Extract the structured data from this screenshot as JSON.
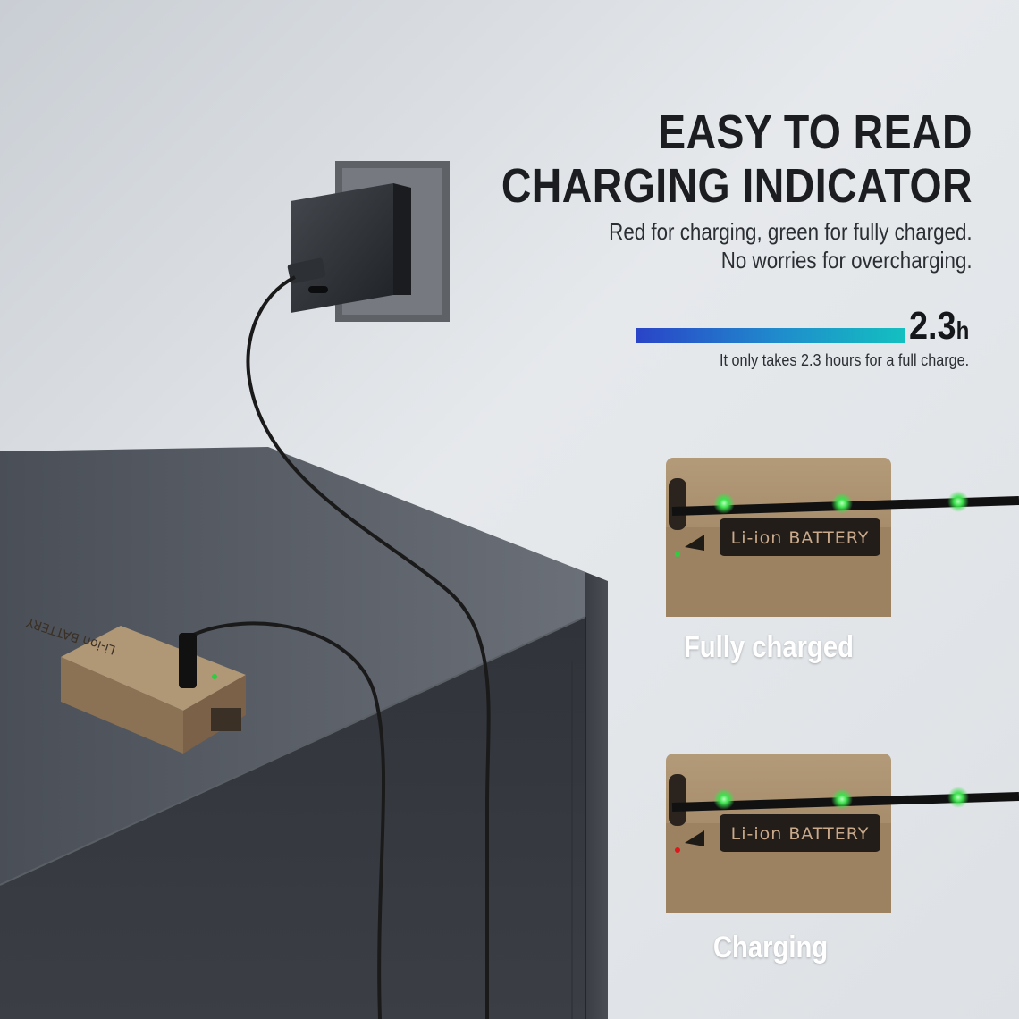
{
  "headline": {
    "line1": "EASY TO READ",
    "line2": "CHARGING INDICATOR"
  },
  "subhead": {
    "line1": "Red for charging, green for fully charged.",
    "line2": "No worries for overcharging."
  },
  "charge_time": {
    "value": "2.3",
    "unit": "h",
    "caption": "It only takes 2.3 hours for a full charge."
  },
  "battery_label": "Li-ion BATTERY",
  "battery_small_label": "Li-ion BATTERY",
  "states": [
    {
      "label": "Fully charged",
      "led_color": "#2ecc40"
    },
    {
      "label": "Charging",
      "led_color": "#e0161b"
    }
  ],
  "colors": {
    "wall": "#e2e6ea",
    "battery": "#a68a69",
    "cable": "#1a1a1a",
    "cable_glow": "#39e64a",
    "bar_start": "#2a44c8",
    "bar_end": "#13c0c0"
  }
}
